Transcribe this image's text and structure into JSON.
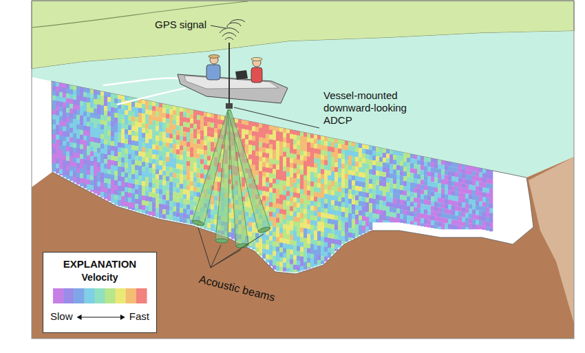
{
  "diagram": {
    "nodes": [
      {
        "text": [
          "EXPLANATION",
          "Velocity",
          "Slow",
          "Fast"
        ]
      }
    ],
    "labels": [
      "GPS signal",
      "Vessel-mounted downward-looking ADCP",
      "Acoustic beams"
    ]
  }
}
